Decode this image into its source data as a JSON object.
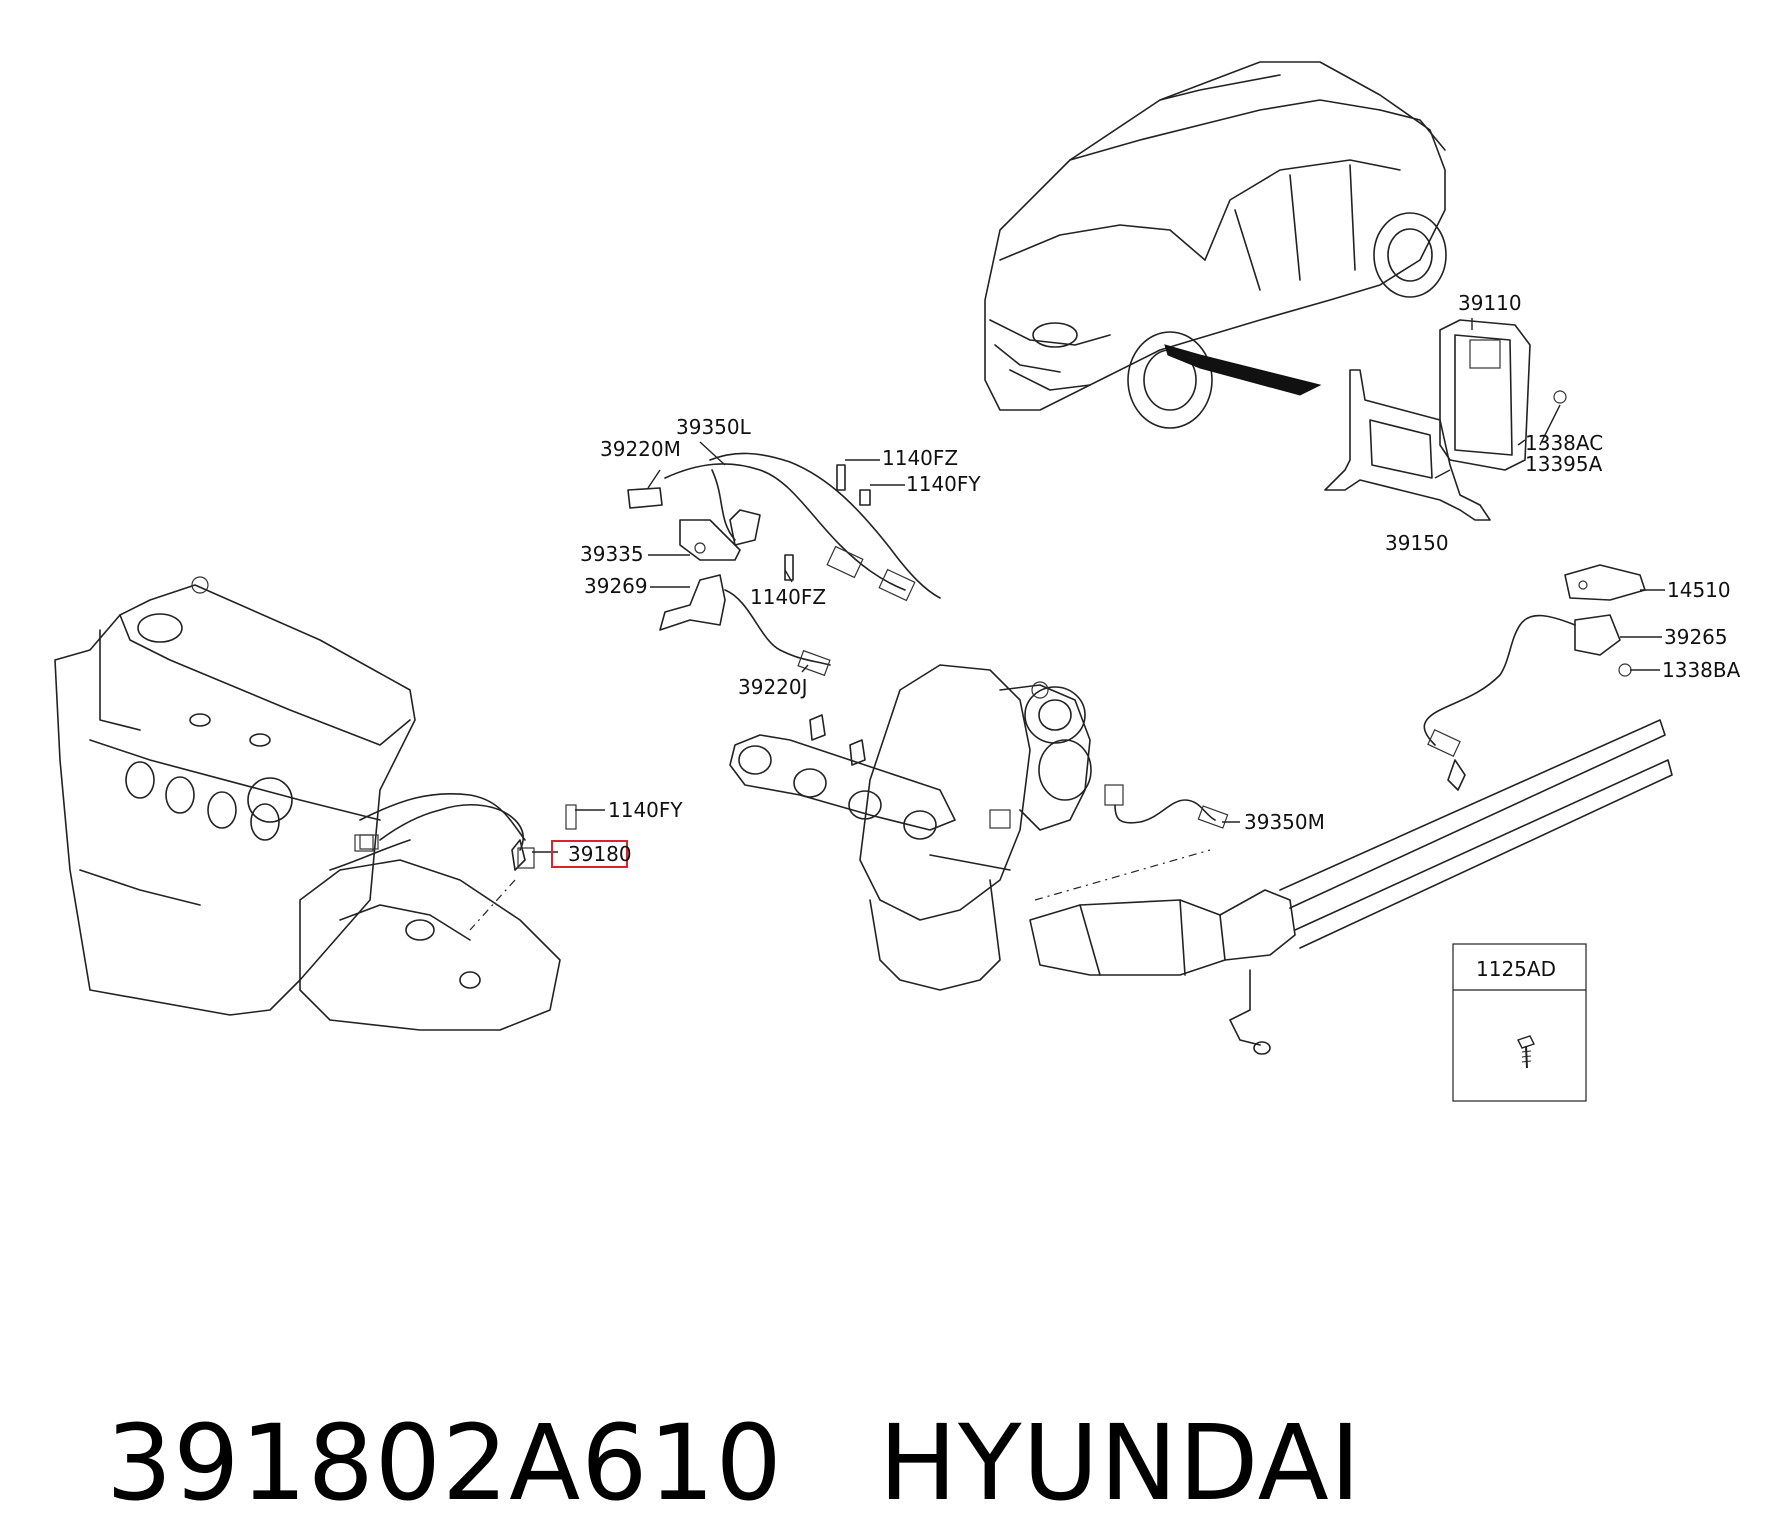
{
  "footer": {
    "part_number": "391802A610",
    "brand": "HYUNDAI"
  },
  "highlight_color": "#e0202a",
  "callouts": {
    "c39110": "39110",
    "c1338ac": "1338AC",
    "c13395a": "13395A",
    "c39150": "39150",
    "c39350l": "39350L",
    "c39220m": "39220M",
    "c1140fz_top": "1140FZ",
    "c1140fy_top": "1140FY",
    "c39335": "39335",
    "c39269": "39269",
    "c1140fz_mid": "1140FZ",
    "c39220j": "39220J",
    "c14510": "14510",
    "c39265": "39265",
    "c1338ba": "1338BA",
    "c1140fy_low": "1140FY",
    "c39180": "39180",
    "c39350m": "39350M"
  },
  "legend_box": {
    "title": "1125AD"
  }
}
